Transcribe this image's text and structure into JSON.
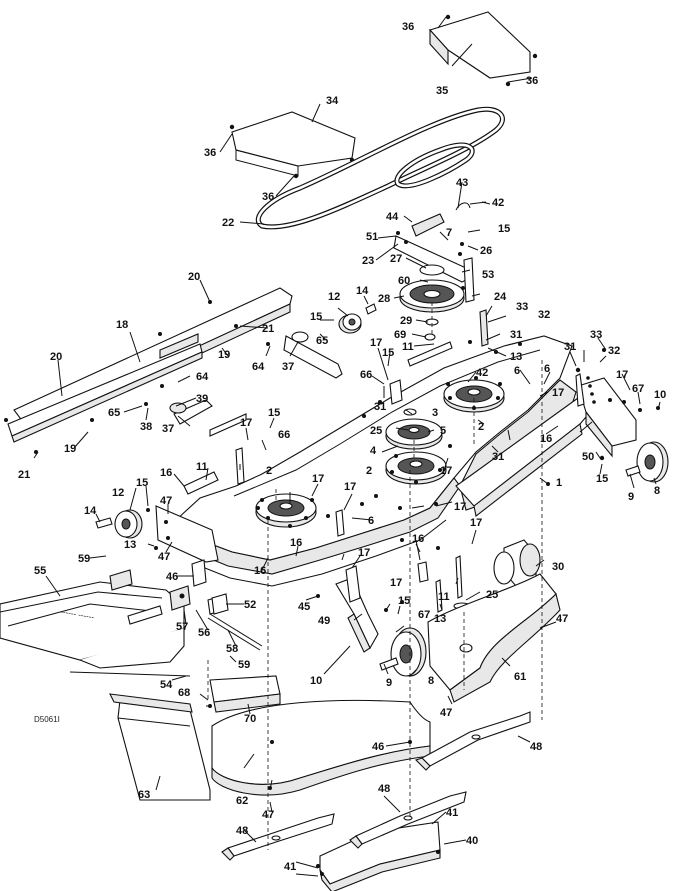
{
  "drawing": {
    "id": "D5061I",
    "callouts": [
      "1",
      "2",
      "3",
      "4",
      "5",
      "6",
      "7",
      "8",
      "9",
      "10",
      "11",
      "12",
      "13",
      "14",
      "15",
      "16",
      "17",
      "18",
      "19",
      "20",
      "21",
      "22",
      "23",
      "24",
      "25",
      "26",
      "27",
      "28",
      "29",
      "30",
      "31",
      "32",
      "33",
      "34",
      "35",
      "36",
      "37",
      "38",
      "39",
      "40",
      "41",
      "42",
      "43",
      "44",
      "45",
      "46",
      "47",
      "48",
      "49",
      "50",
      "51",
      "52",
      "53",
      "54",
      "55",
      "56",
      "57",
      "58",
      "59",
      "60",
      "61",
      "62",
      "63",
      "64",
      "65",
      "66",
      "67",
      "68",
      "69",
      "70"
    ]
  }
}
